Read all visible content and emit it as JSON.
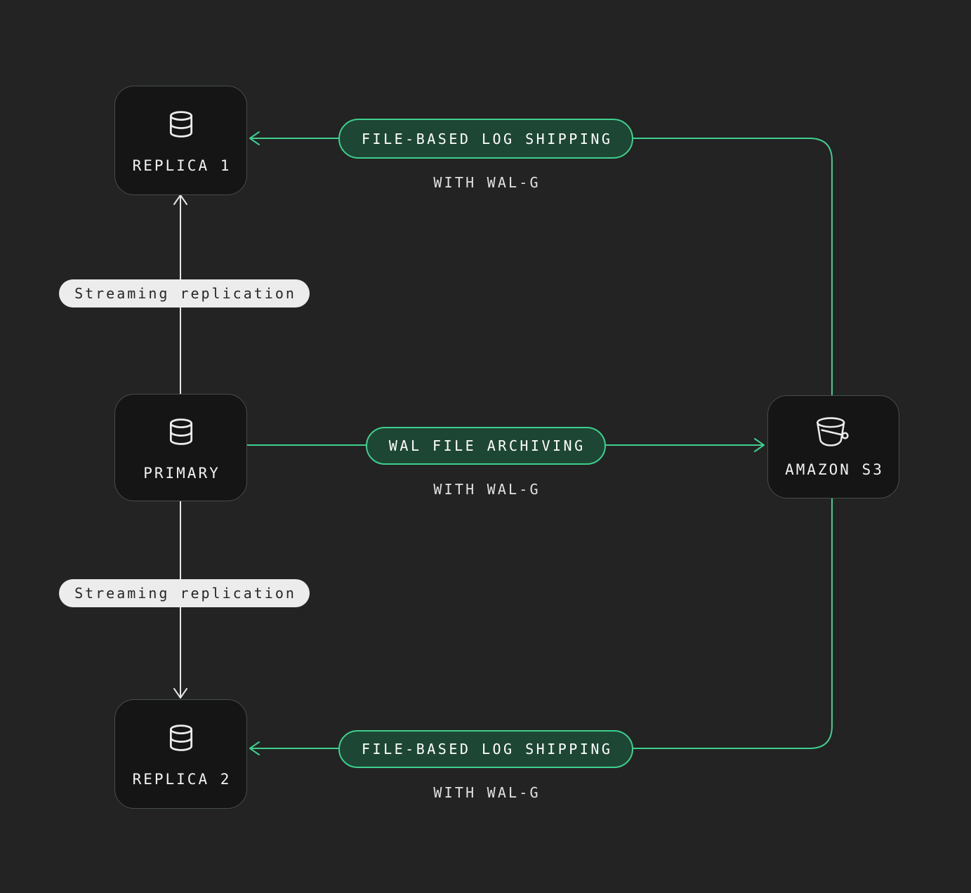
{
  "colors": {
    "background": "#232323",
    "node_background": "#151515",
    "node_border": "#454e49",
    "green_accent": "#3ecf8e",
    "green_pill_background": "#1e4634",
    "light_pill_background": "#ececec",
    "white_line": "#e6e6e6",
    "text_light": "#f2f2f2",
    "text_dark": "#262626"
  },
  "nodes": {
    "replica1": {
      "label": "REPLICA 1",
      "icon": "database-icon"
    },
    "primary": {
      "label": "PRIMARY",
      "icon": "database-icon"
    },
    "replica2": {
      "label": "REPLICA 2",
      "icon": "database-icon"
    },
    "s3": {
      "label": "AMAZON S3",
      "icon": "bucket-icon"
    }
  },
  "edges": {
    "top_shipping": {
      "label": "FILE-BASED LOG SHIPPING",
      "sublabel": "WITH WAL-G"
    },
    "wal_archiving": {
      "label": "WAL FILE ARCHIVING",
      "sublabel": "WITH WAL-G"
    },
    "bottom_shipping": {
      "label": "FILE-BASED LOG SHIPPING",
      "sublabel": "WITH WAL-G"
    },
    "streaming_top": {
      "label": "Streaming replication"
    },
    "streaming_bottom": {
      "label": "Streaming replication"
    }
  }
}
